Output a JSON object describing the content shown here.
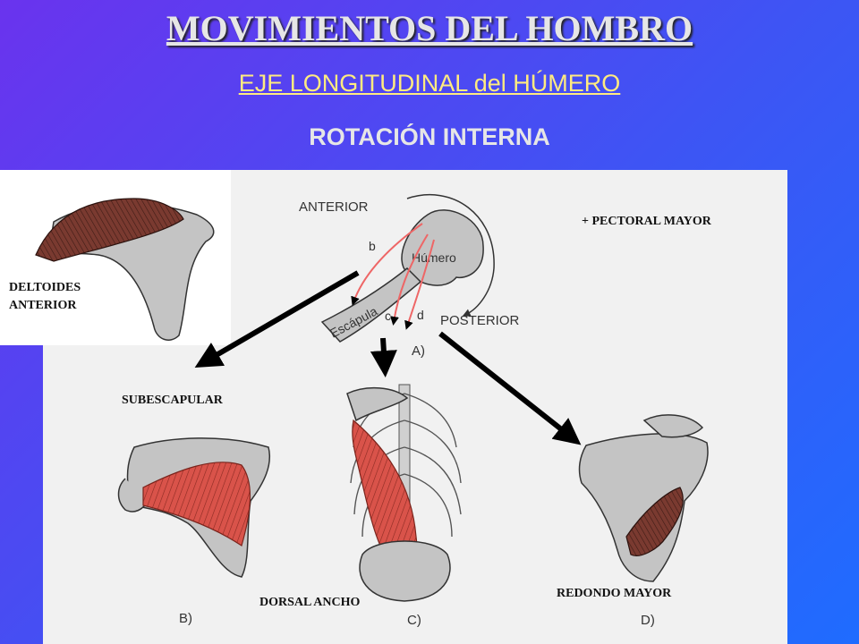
{
  "header": {
    "title": "MOVIMIENTOS DEL HOMBRO",
    "subtitle": "EJE LONGITUDINAL del HÚMERO",
    "movement": "ROTACIÓN INTERNA"
  },
  "diagram": {
    "top_view": {
      "anterior": "ANTERIOR",
      "posterior": "POSTERIOR",
      "humero": "Húmero",
      "escapula": "Escápula",
      "b": "b",
      "c": "c",
      "d": "d",
      "panel": "A)"
    },
    "panels": {
      "b": "B)",
      "c": "C)",
      "d": "D)"
    }
  },
  "labels": {
    "deltoides_1": "DELTOIDES",
    "deltoides_2": "ANTERIOR",
    "pectoral": "+ PECTORAL MAYOR",
    "subescapular": "SUBESCAPULAR",
    "dorsal": "DORSAL  ANCHO",
    "redondo": "REDONDO MAYOR"
  },
  "colors": {
    "background_start": "#6a33ee",
    "background_end": "#1f6cff",
    "title": "#e6e6e6",
    "subtitle": "#ffeb80",
    "muscle": "#d9534a",
    "bone": "#c4c4c4",
    "arrow": "#000000"
  }
}
